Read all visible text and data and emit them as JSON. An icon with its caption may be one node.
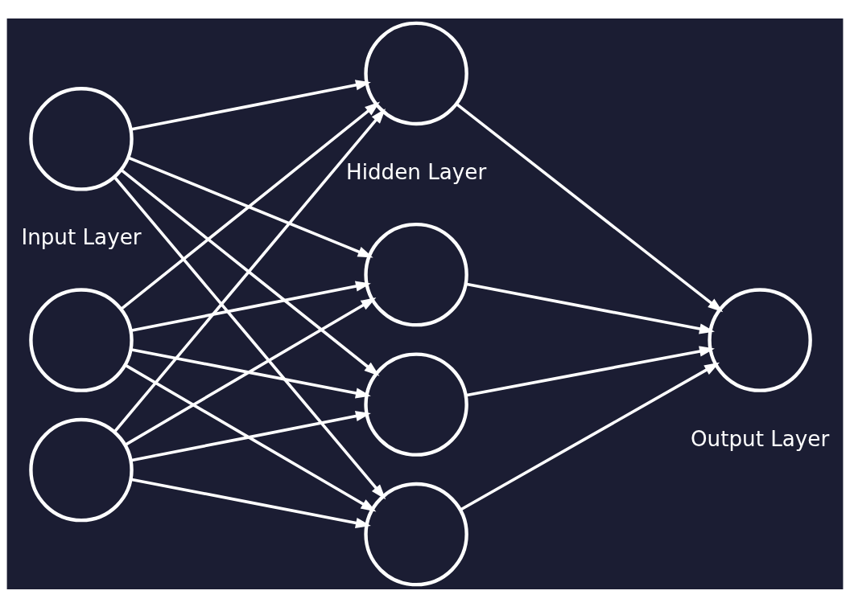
{
  "diagram": {
    "nodes": [
      {
        "text": [],
        "shape": "circle"
      },
      {
        "text": [],
        "shape": "circle"
      },
      {
        "text": [],
        "shape": "circle"
      },
      {
        "text": [],
        "shape": "circle"
      },
      {
        "text": [],
        "shape": "circle"
      },
      {
        "text": [],
        "shape": "circle"
      },
      {
        "text": [],
        "shape": "circle"
      },
      {
        "text": [],
        "shape": "circle"
      }
    ],
    "edges": [
      {
        "from": 0,
        "to": 3,
        "arrow": "to"
      },
      {
        "from": 0,
        "to": 4,
        "arrow": "to"
      },
      {
        "from": 0,
        "to": 5,
        "arrow": "to"
      },
      {
        "from": 0,
        "to": 6,
        "arrow": "to"
      },
      {
        "from": 1,
        "to": 3,
        "arrow": "to"
      },
      {
        "from": 1,
        "to": 4,
        "arrow": "to"
      },
      {
        "from": 1,
        "to": 5,
        "arrow": "to"
      },
      {
        "from": 1,
        "to": 6,
        "arrow": "to"
      },
      {
        "from": 2,
        "to": 3,
        "arrow": "to"
      },
      {
        "from": 2,
        "to": 4,
        "arrow": "to"
      },
      {
        "from": 2,
        "to": 5,
        "arrow": "to"
      },
      {
        "from": 2,
        "to": 6,
        "arrow": "to"
      },
      {
        "from": 3,
        "to": 7,
        "arrow": "to"
      },
      {
        "from": 4,
        "to": 7,
        "arrow": "to"
      },
      {
        "from": 5,
        "to": 7,
        "arrow": "to"
      },
      {
        "from": 6,
        "to": 7,
        "arrow": "to"
      }
    ],
    "labels": [
      "Input Layer",
      "Hidden Layer",
      "Output Layer"
    ]
  }
}
